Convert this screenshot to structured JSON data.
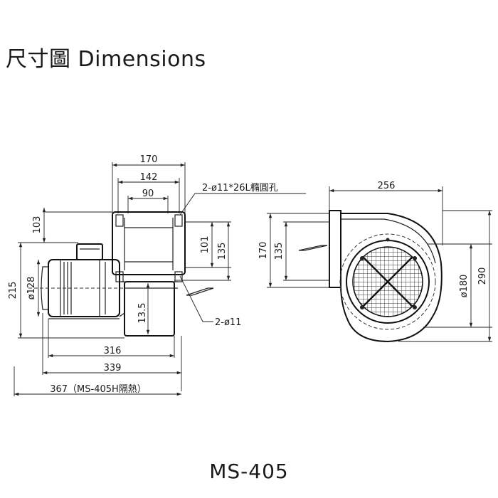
{
  "header": {
    "title": "尺寸圖 Dimensions"
  },
  "footer": {
    "model": "MS-405"
  },
  "dimensions": {
    "top_width_outer": "170",
    "top_width_mid": "142",
    "top_width_inner": "90",
    "left_height_top": "103",
    "left_height_total": "215",
    "motor_diameter": "ø128",
    "mount_height_101": "101",
    "mount_height_135": "135",
    "base_height": "13.5",
    "length_316": "316",
    "length_339": "339",
    "length_367": "367（MS-405H隔熱）",
    "slot_holes": "2-ø11*26L橢圓孔",
    "round_holes": "2-ø11",
    "side_width": "256",
    "side_height_170": "170",
    "side_height_135": "135",
    "side_height_290": "290",
    "inlet_diameter": "ø180"
  }
}
